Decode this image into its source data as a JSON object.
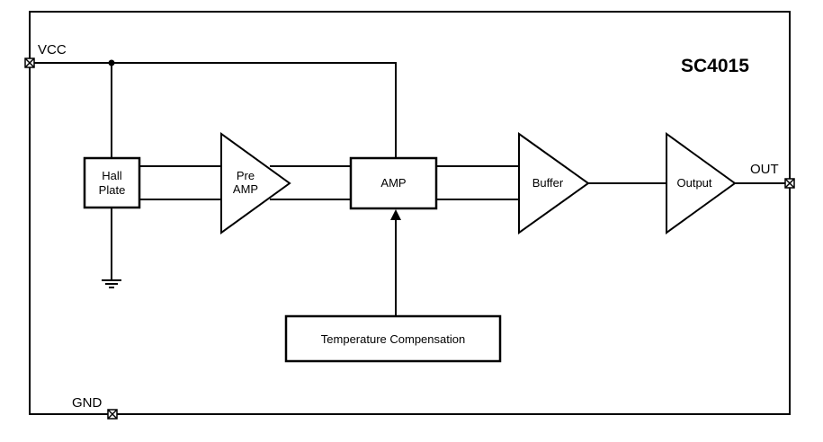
{
  "title": "SC4015",
  "pins": {
    "vcc": "VCC",
    "gnd": "GND",
    "out": "OUT"
  },
  "blocks": {
    "hall_plate": [
      "Hall",
      "Plate"
    ],
    "pre_amp": [
      "Pre",
      "AMP"
    ],
    "amp": "AMP",
    "buffer": "Buffer",
    "output": "Output",
    "temp_comp": "Temperature Compensation"
  }
}
